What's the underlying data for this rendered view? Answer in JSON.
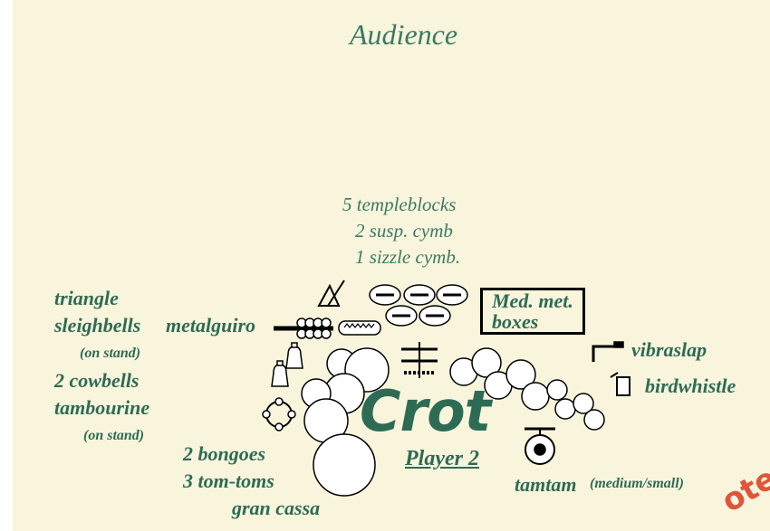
{
  "title": "Audience",
  "top_labels": [
    "5 templeblocks",
    "2 susp. cymb",
    "1 sizzle cymb."
  ],
  "left_labels": {
    "triangle": "triangle",
    "sleighbells": "sleighbells",
    "metalguiro": "metalguiro",
    "on_stand_1": "(on stand)",
    "cowbells": "2 cowbells",
    "tambourine": "tambourine",
    "on_stand_2": "(on stand)"
  },
  "box_label": [
    "Med. met.",
    "boxes"
  ],
  "right_labels": {
    "vibraslap": "vibraslap",
    "birdwhistle": "birdwhistle",
    "tamtam": "tamtam",
    "tamtam_size": "(medium/small)"
  },
  "bottom_labels": {
    "bongoes": "2 bongoes",
    "toms": "3 tom-toms",
    "gran_cassa": "gran cassa"
  },
  "center_title": "Crot",
  "player": "Player 2",
  "watermark": "ote",
  "colors": {
    "label": "#2e6b55",
    "paper": "#f8f5dc",
    "watermark": "#e0543a"
  }
}
